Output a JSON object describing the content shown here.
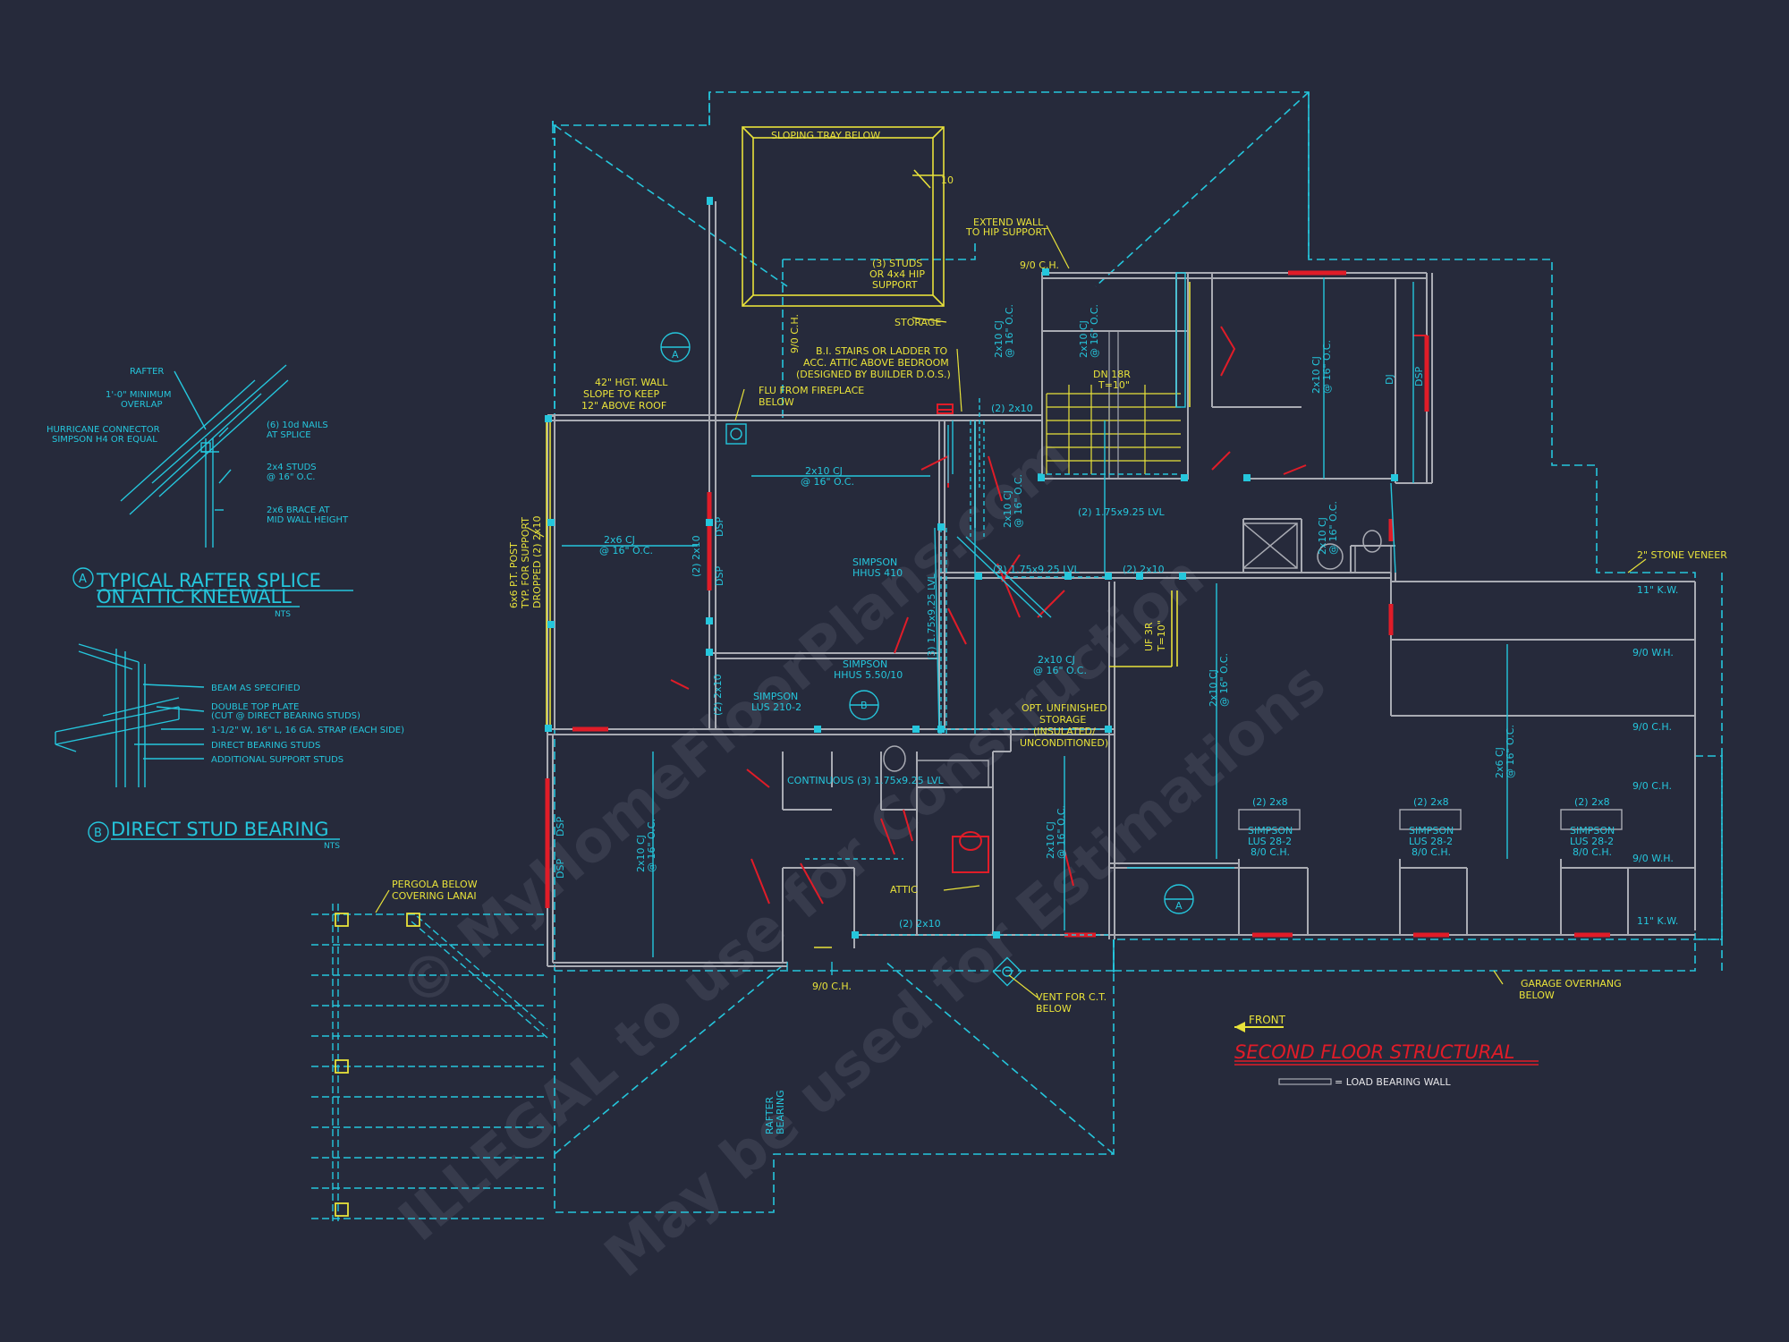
{
  "colors": {
    "background": "#262a3b",
    "cyan": "#25c6dc",
    "yellow": "#e8e23a",
    "red": "#e01c28",
    "gray": "#a9abb3",
    "white": "#e6e6ea",
    "watermark": "#3a3e50"
  },
  "title": {
    "main": "SECOND FLOOR STRUCTURAL",
    "legend": "= LOAD BEARING WALL",
    "front": "FRONT"
  },
  "watermark": {
    "line1": "© MyHomeFloorPlans.com",
    "line2": "ILLEGAL to use for Construction",
    "line3": "May be used for Estimations"
  },
  "details": {
    "a": {
      "marker": "A",
      "title_line1": "TYPICAL RAFTER SPLICE",
      "title_line2": "ON ATTIC KNEEWALL",
      "scale": "NTS",
      "notes": {
        "rafter": "RAFTER",
        "overlap_1": "1'-0\" MINIMUM",
        "overlap_2": "OVERLAP",
        "hurricane_1": "HURRICANE CONNECTOR",
        "hurricane_2": "SIMPSON H4 OR EQUAL",
        "nails_1": "(6) 10d NAILS",
        "nails_2": "AT SPLICE",
        "studs_1": "2x4 STUDS",
        "studs_2": "@ 16\" O.C.",
        "brace_1": "2x6 BRACE AT",
        "brace_2": "MID WALL HEIGHT"
      }
    },
    "b": {
      "marker": "B",
      "title": "DIRECT STUD BEARING",
      "scale": "NTS",
      "notes": {
        "beam": "BEAM AS SPECIFIED",
        "plate_1": "DOUBLE TOP PLATE",
        "plate_2": "(CUT @ DIRECT BEARING STUDS)",
        "strap": "1-1/2\" W, 16\" L, 16 GA. STRAP (EACH SIDE)",
        "direct": "DIRECT BEARING STUDS",
        "additional": "ADDITIONAL SUPPORT STUDS"
      }
    }
  },
  "plan_labels": {
    "tray": "SLOPING TRAY BELOW",
    "tray_slope": "10",
    "extend_1": "EXTEND WALL",
    "extend_2": "TO HIP SUPPORT",
    "hip_studs_1": "(3) STUDS",
    "hip_studs_2": "OR 4x4 HIP",
    "hip_studs_3": "SUPPORT",
    "storage": "STORAGE",
    "stairs_1": "B.I. STAIRS OR LADDER TO",
    "stairs_2": "ACC. ATTIC ABOVE BEDROOM",
    "stairs_3": "(DESIGNED BY BUILDER D.O.S.)",
    "wall42_1": "42\" HGT. WALL",
    "wall42_2": "SLOPE TO KEEP",
    "wall42_3": "12\" ABOVE ROOF",
    "flu_1": "FLU FROM FIREPLACE",
    "flu_2": "BELOW",
    "dn": "DN 18R",
    "tread": "T=10\"",
    "post_1": "6x6 P.T. POST",
    "post_2": "TYP. FOR SUPPORT",
    "post_3": "DROPPED (2) 2x10",
    "cj_2x6_1": "2x6 CJ",
    "cj_2x6_2": "@ 16\" O.C.",
    "cj_2x10_a_1": "2x10 CJ",
    "cj_2x10_a_2": "@ 16\" O.C.",
    "lvl_1": "(2) 1.75x9.25 LVL",
    "lvl_2": "(2) 1.75x9.25 LVL",
    "lvl_3": "(3) 1.75x9.25 LVL",
    "continuous": "CONTINUOUS (3) 1.75x9.25 LVL",
    "hhus410_1": "SIMPSON",
    "hhus410_2": "HHUS 410",
    "hhus5310_1": "SIMPSON",
    "hhus5310_2": "HHUS 5.50/10",
    "lus210_1": "SIMPSON",
    "lus210_2": "LUS 210-2",
    "opt_1": "OPT. UNFINISHED",
    "opt_2": "STORAGE",
    "opt_3": "(INSULATED/",
    "opt_4": "UNCONDITIONED)",
    "attic": "ATTIC",
    "vent_1": "VENT FOR C.T.",
    "vent_2": "BELOW",
    "ch_top": "9/0 C.H.",
    "ch_bottom": "9/0 C.H.",
    "ch_right_1": "9/0 C.H.",
    "ch_right_2": "9/0 C.H.",
    "wh_1": "9/0 W.H.",
    "wh_2": "9/0 W.H.",
    "kw_1": "11\" K.W.",
    "kw_2": "11\" K.W.",
    "stone": "2\" STONE VENEER",
    "garage_1": "GARAGE OVERHANG",
    "garage_2": "BELOW",
    "pergola_1": "PERGOLA BELOW",
    "pergola_2": "COVERING LANAI",
    "rafter_1": "RAFTER",
    "rafter_2": "BEARING",
    "hdr_2x10": "(2) 2x10",
    "hdr_2x8_a": "(2) 2x8",
    "hdr_2x8_b": "(2) 2x8",
    "hdr_2x8_c": "(2) 2x8",
    "lus28_1": "SIMPSON",
    "lus28_2": "LUS 28-2",
    "lus28_3": "8/0 C.H.",
    "dsp": "DSP",
    "dj": "DJ",
    "uf": "UF 3R",
    "uf_t": "T=10\""
  }
}
